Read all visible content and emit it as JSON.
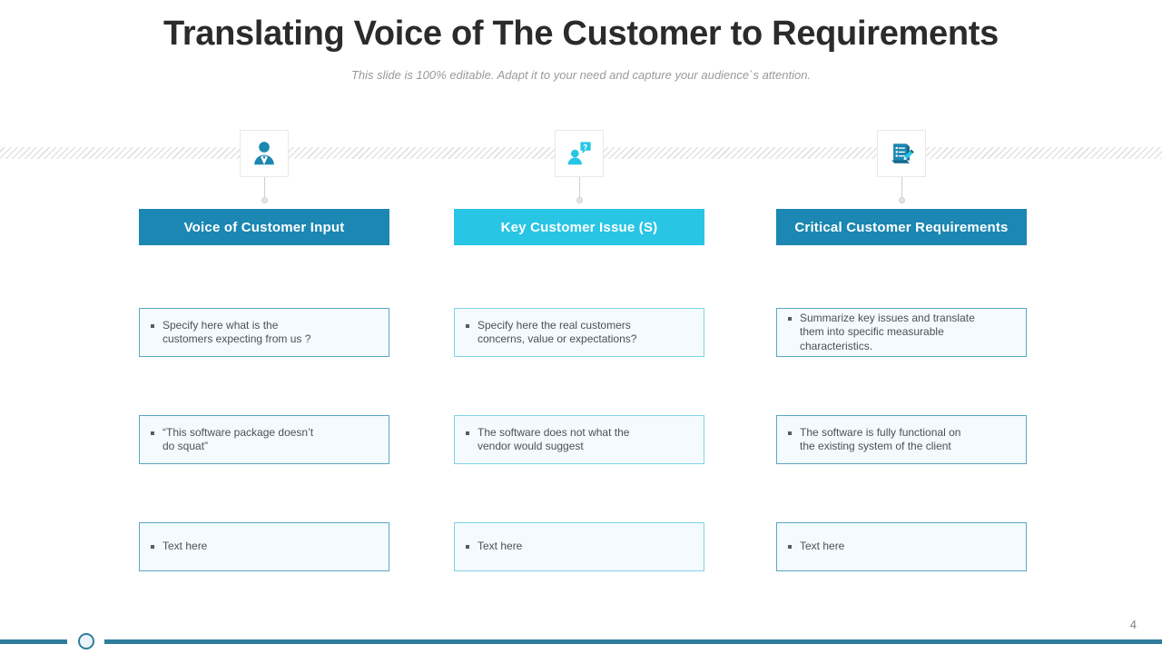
{
  "slide": {
    "title": "Translating Voice of The Customer to Requirements",
    "subtitle": "This slide is 100% editable. Adapt it to your need and capture your audience`s attention.",
    "page_number": "4"
  },
  "colors": {
    "header_blue": "#1C87B2",
    "header_cyan": "#29C5E5",
    "box_fill": "#F4FAFD",
    "box_border_cyan": "#7FD4E8",
    "box_border_blue": "#59A7C4",
    "footer_bar": "#2E7D9C",
    "title_text": "#2B2B2B",
    "subtitle_text": "#9A9A9A",
    "body_text": "#4A5256"
  },
  "columns": [
    {
      "id": "voice-of-customer-input",
      "icon": "businessman-user-icon",
      "icon_color": "#1C87B2",
      "header": "Voice of Customer Input",
      "header_color": "#1C87B2",
      "border_color": "#59A7C4",
      "items": [
        "Specify here what is the\ncustomers expecting from us ?",
        "“This software package doesn’t\ndo squat”",
        "Text here"
      ]
    },
    {
      "id": "key-customer-issue",
      "icon": "user-question-bubble-icon",
      "icon_color": "#29C5E5",
      "header": "Key Customer Issue (S)",
      "header_color": "#29C5E5",
      "border_color": "#7FD4E8",
      "items": [
        "Specify here the real customers\nconcerns, value or expectations?",
        "The software does not what the\nvendor would suggest",
        "Text here"
      ]
    },
    {
      "id": "critical-customer-requirements",
      "icon": "document-checklist-pencil-icon",
      "icon_color": "#1C87B2",
      "header": "Critical Customer Requirements",
      "header_color": "#1C87B2",
      "border_color": "#59A7C4",
      "items": [
        "Summarize key issues and translate\nthem into specific measurable\ncharacteristics.",
        "The software is fully functional on\nthe existing system of the client",
        "Text here"
      ]
    }
  ]
}
